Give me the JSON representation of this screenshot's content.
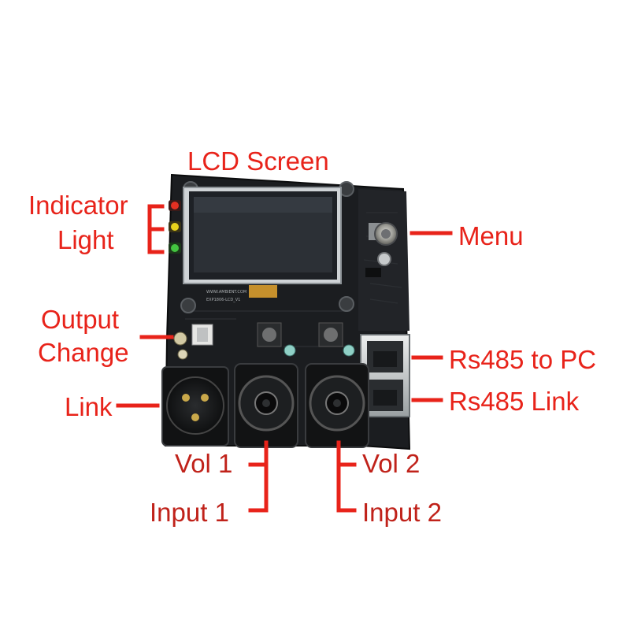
{
  "title": "LCD Screen",
  "colors": {
    "callout": "#e8231a",
    "board": "#1b1d20",
    "background": "#ffffff"
  },
  "labels": {
    "indicator_line1": "Indicator",
    "indicator_line2": "Light",
    "menu": "Menu",
    "output_line1": "Output",
    "output_line2": "Change",
    "rs485_pc": "Rs485 to PC",
    "link": "Link",
    "rs485_link": "Rs485 Link",
    "vol1": "Vol 1",
    "vol2": "Vol 2",
    "input1": "Input 1",
    "input2": "Input 2"
  },
  "board": {
    "indicator_led_colors": [
      "#e53022",
      "#e8d21c",
      "#43c440"
    ],
    "icons": [
      "lcd-display-icon",
      "rotary-encoder-icon",
      "rj45-port-icon",
      "xlr-connector-icon",
      "combo-jack-icon",
      "potentiometer-icon"
    ]
  }
}
